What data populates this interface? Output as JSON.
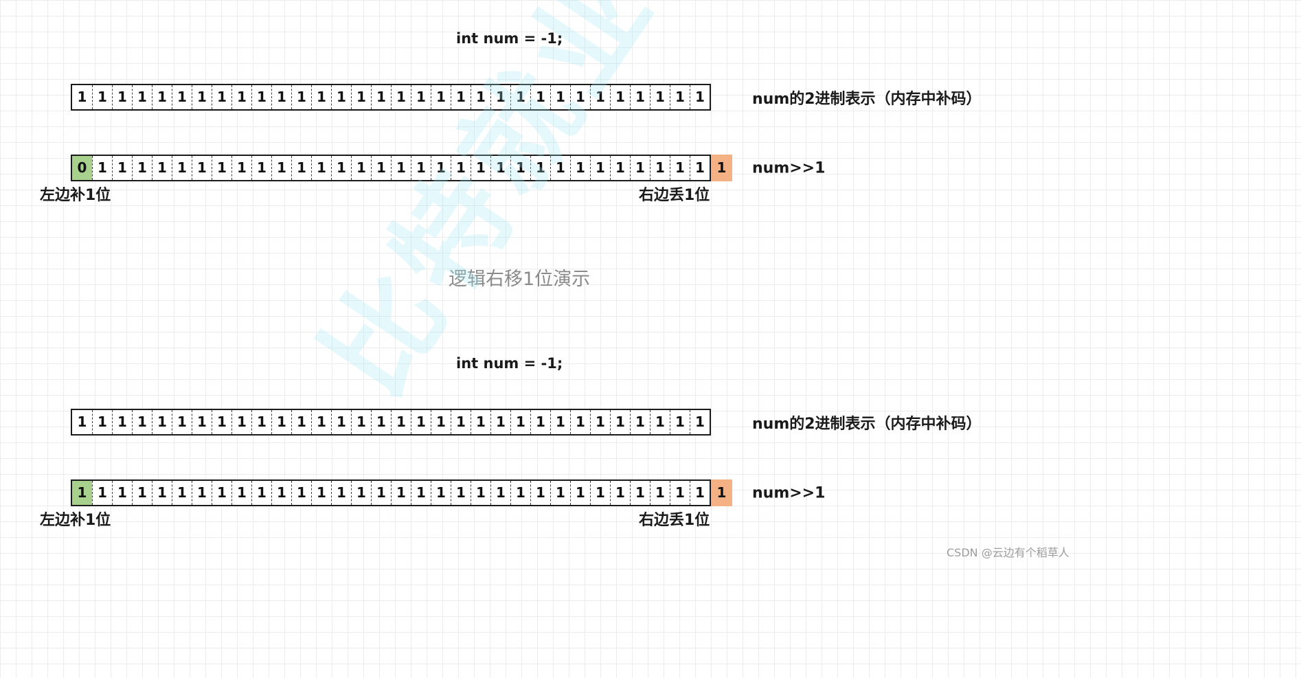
{
  "watermark": {
    "text": "比特就业课"
  },
  "middle_caption": "逻辑右移1位演示",
  "footer_credit": "CSDN @云边有个稻草人",
  "colors": {
    "pad_green": "#A9D18E",
    "dropped_orange": "#F4B183"
  },
  "sections": [
    {
      "title": "int num = -1;",
      "binary_row": {
        "bits": "11111111111111111111111111111111",
        "label": "num的2进制表示（内存中补码）"
      },
      "shift_row": {
        "pad_bit": "0",
        "body_bits": "1111111111111111111111111111111",
        "dropped_bit": "1",
        "label": "num>>1",
        "left_note": "左边补1位",
        "right_note": "右边丢1位"
      }
    },
    {
      "title": "int num = -1;",
      "binary_row": {
        "bits": "11111111111111111111111111111111",
        "label": "num的2进制表示（内存中补码）"
      },
      "shift_row": {
        "pad_bit": "1",
        "body_bits": "1111111111111111111111111111111",
        "dropped_bit": "1",
        "label": "num>>1",
        "left_note": "左边补1位",
        "right_note": "右边丢1位"
      }
    }
  ]
}
